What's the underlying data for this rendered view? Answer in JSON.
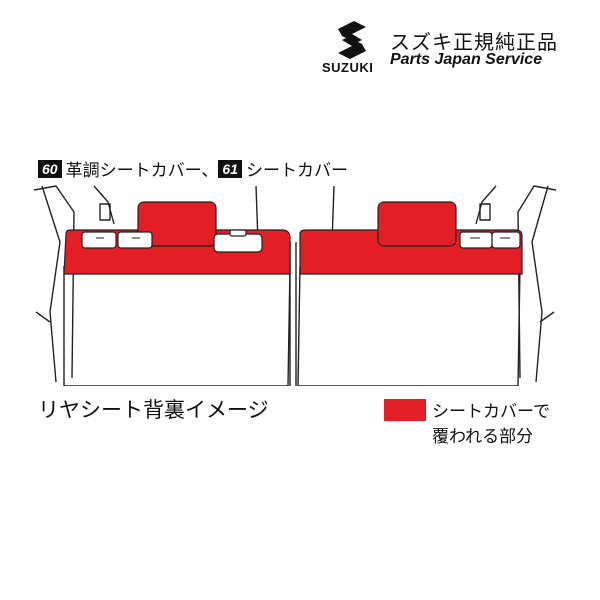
{
  "brand": {
    "logo_word": "SUZUKI",
    "title_jp": "スズキ正規純正品",
    "title_en": "Parts Japan Service",
    "logo_icon": "suzuki-s-logo-icon"
  },
  "caption": {
    "badge_1": "60",
    "text_1": "革調シートカバー、",
    "badge_2": "61",
    "text_2": "シートカバー"
  },
  "illustration": {
    "label": "リヤシート背裏イメージ"
  },
  "legend": {
    "color": "#e31e24",
    "line_1": "シートカバーで",
    "line_2": "覆われる部分"
  },
  "colors": {
    "cover_red": "#e31e24",
    "outline": "#222222"
  }
}
